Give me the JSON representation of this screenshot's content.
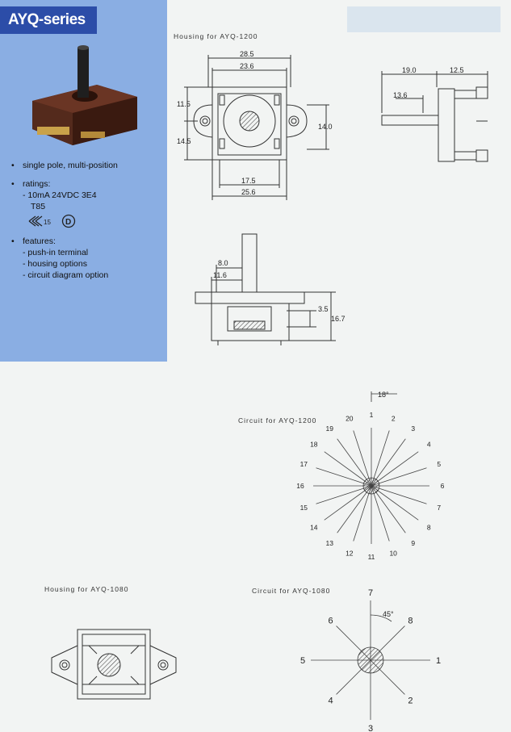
{
  "header": {
    "title": "AYQ-series"
  },
  "features_panel": {
    "bullet1": "single pole, multi-position",
    "bullet2": "ratings:",
    "rating_line1": "- 10mA 24VDC 3E4",
    "rating_line2": "T85",
    "cert_mark_number": "15",
    "cert_d_mark": "D",
    "bullet3": "features:",
    "feature1": "- push-in terminal",
    "feature2": "- housing options",
    "feature3": "- circuit diagram option"
  },
  "labels": {
    "housing_1200": "Housing for AYQ-1200",
    "circuit_1200": "Circuit for AYQ-1200",
    "housing_1080": "Housing for AYQ-1080",
    "circuit_1080": "Circuit for AYQ-1080"
  },
  "dims_top_view": {
    "d285": "28.5",
    "d236": "23.6",
    "d115": "11.5",
    "d145": "14.5",
    "d140": "14.0",
    "d175": "17.5",
    "d256": "25.6"
  },
  "dims_side_view": {
    "d190": "19.0",
    "d125": "12.5",
    "d136": "13.6"
  },
  "dims_front_view": {
    "d80": "8.0",
    "d116": "11.6",
    "d35": "3.5",
    "d167": "16.7"
  },
  "circuit_1200": {
    "angle": "18°",
    "positions": [
      "1",
      "2",
      "3",
      "4",
      "5",
      "6",
      "7",
      "8",
      "9",
      "10",
      "11",
      "12",
      "13",
      "14",
      "15",
      "16",
      "17",
      "18",
      "19",
      "20"
    ]
  },
  "circuit_1080": {
    "angle": "45°",
    "positions": [
      "1",
      "2",
      "3",
      "4",
      "5",
      "6",
      "7",
      "8"
    ]
  }
}
